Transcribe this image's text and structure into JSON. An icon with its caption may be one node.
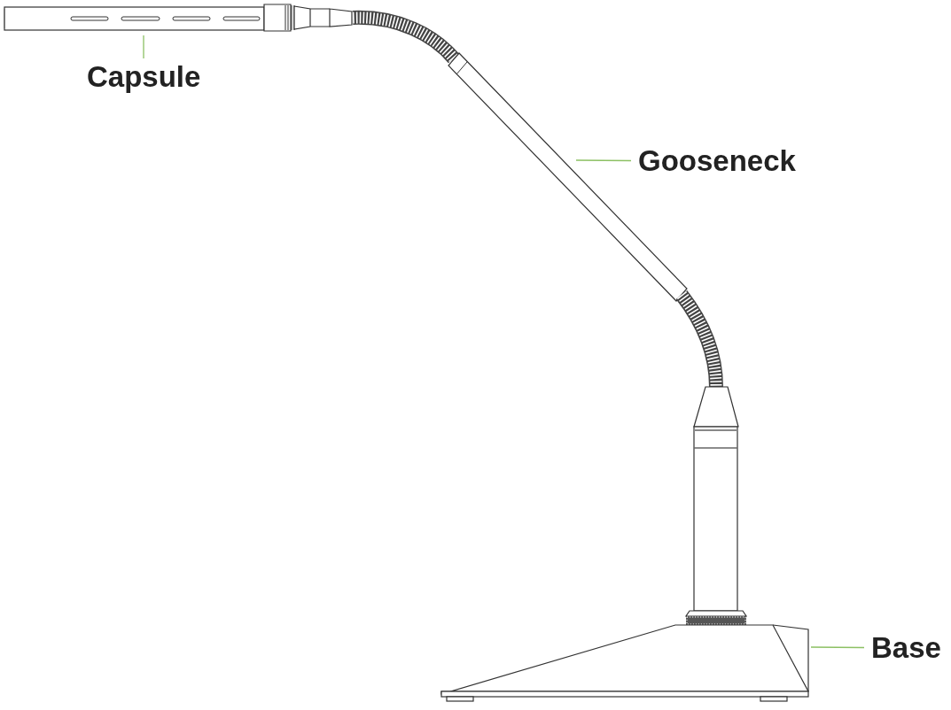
{
  "diagram": {
    "nodes": [
      {
        "text": [
          "Capsule"
        ]
      },
      {
        "text": [
          "Gooseneck"
        ]
      },
      {
        "text": [
          "Base"
        ]
      },
      {
        "text": [],
        "shape": "picture"
      },
      {
        "text": [],
        "shape": "picture"
      },
      {
        "text": [],
        "shape": "picture"
      }
    ],
    "edges": [
      {
        "from": 0,
        "to": 3,
        "arrow": "none"
      },
      {
        "from": 1,
        "to": 4,
        "arrow": "none"
      },
      {
        "from": 2,
        "to": 5,
        "arrow": "none"
      }
    ]
  }
}
